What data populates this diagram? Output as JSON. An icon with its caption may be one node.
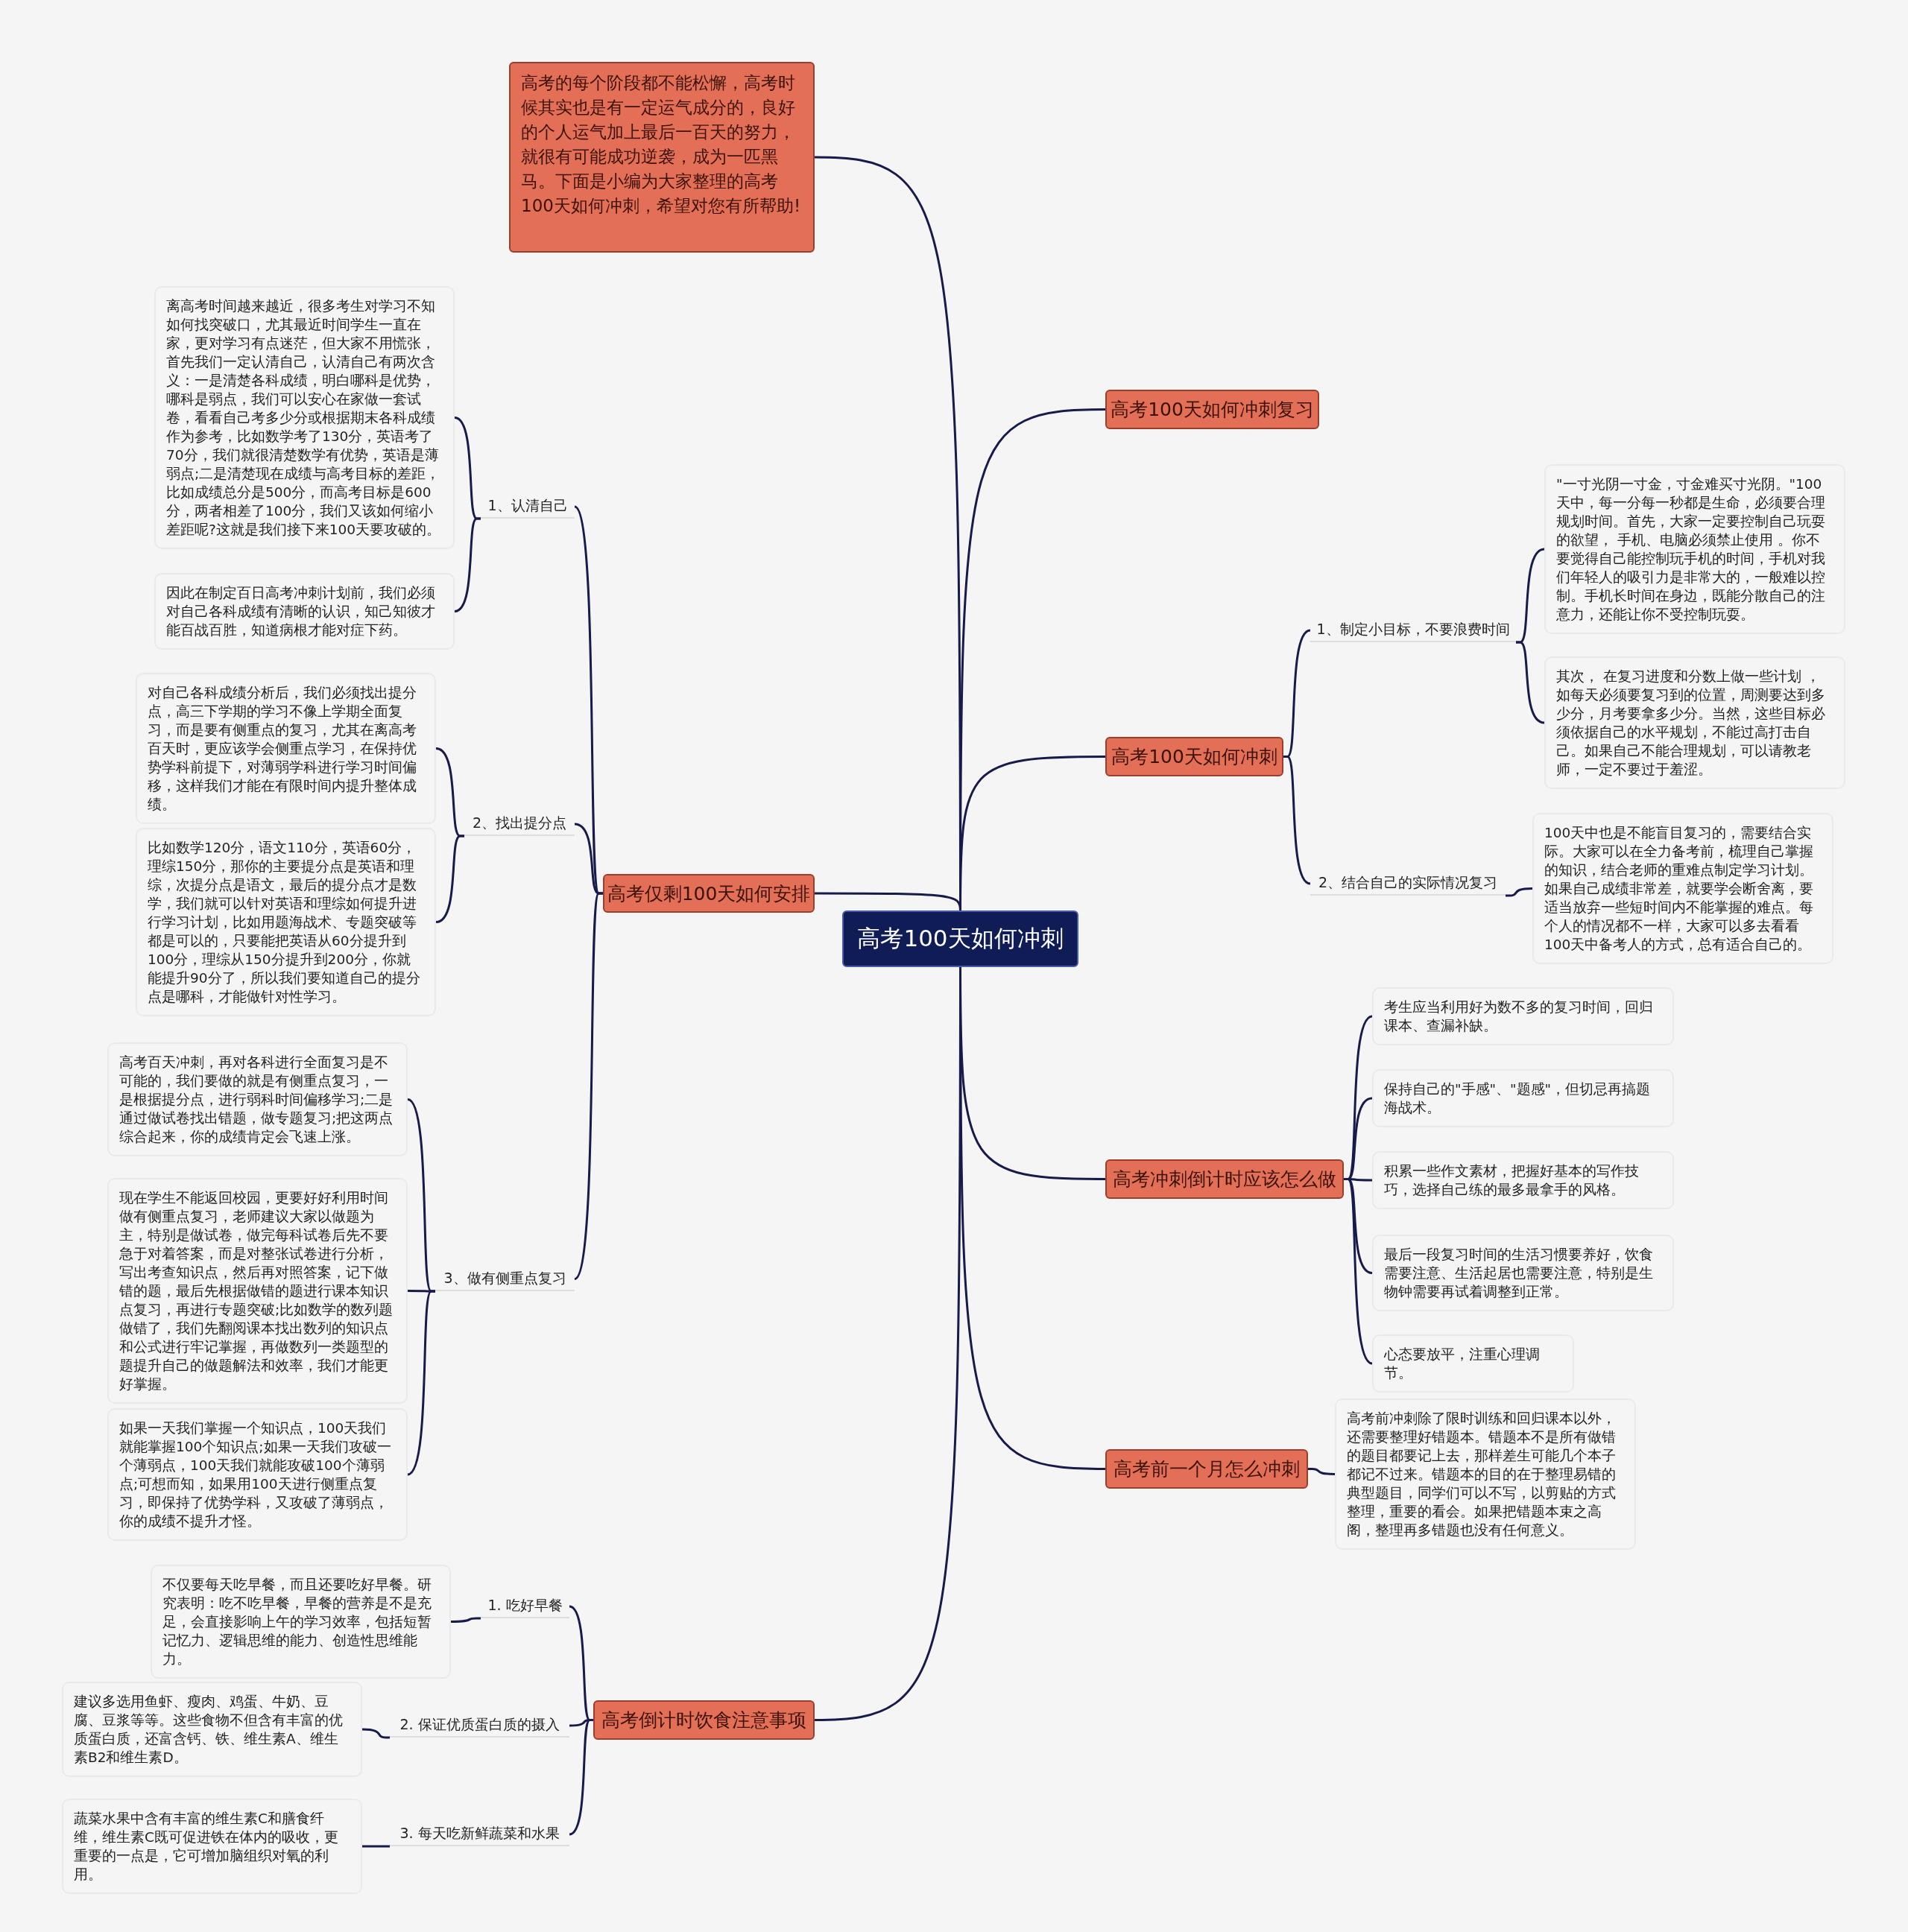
{
  "diagram": {
    "nodes": [
      {
        "text": [
          "高考100天如何冲刺"
        ]
      },
      {
        "text": [
          "高考的每个阶段都不能松懈，高考时候其实也是有一定运气成分的，良好的个人运气加上最后一百天的努力，就很有可能成功逆袭，成为一匹黑马。下面是小编为大家整理的高考100天如何冲刺，希望对您有所帮助!"
        ]
      },
      {
        "text": [
          "高考100天如何冲刺复习"
        ]
      },
      {
        "text": [
          "高考100天如何冲刺"
        ]
      },
      {
        "text": [
          "1、制定小目标，不要浪费时间"
        ]
      },
      {
        "text": [
          "\"一寸光阴一寸金，寸金难买寸光阴。\"100天中，每一分每一秒都是生命，必须要合理规划时间。首先，大家一定要控制自己玩耍的欲望， 手机、电脑必须禁止使用 。你不要觉得自己能控制玩手机的时间，手机对我们年轻人的吸引力是非常大的，一般难以控制。手机长时间在身边，既能分散自己的注意力，还能让你不受控制玩耍。"
        ]
      },
      {
        "text": [
          "其次， 在复习进度和分数上做一些计划 ，如每天必须要复习到的位置，周测要达到多少分，月考要拿多少分。当然，这些目标必须依据自己的水平规划，不能过高打击自己。如果自己不能合理规划，可以请教老师，一定不要过于羞涩。"
        ]
      },
      {
        "text": [
          "2、结合自己的实际情况复习"
        ]
      },
      {
        "text": [
          "100天中也是不能盲目复习的，需要结合实际。大家可以在全力备考前，梳理自己掌握的知识，结合老师的重难点制定学习计划。如果自己成绩非常差，就要学会断舍离，要适当放弃一些短时间内不能掌握的难点。每个人的情况都不一样，大家可以多去看看100天中备考人的方式，总有适合自己的。"
        ]
      },
      {
        "text": [
          "高考冲刺倒计时应该怎么做"
        ]
      },
      {
        "text": [
          "考生应当利用好为数不多的复习时间，回归课本、查漏补缺。"
        ]
      },
      {
        "text": [
          "保持自己的\"手感\"、\"题感\"，但切忌再搞题海战术。"
        ]
      },
      {
        "text": [
          "积累一些作文素材，把握好基本的写作技巧，选择自己练的最多最拿手的风格。"
        ]
      },
      {
        "text": [
          "最后一段复习时间的生活习惯要养好，饮食需要注意、生活起居也需要注意，特别是生物钟需要再试着调整到正常。"
        ]
      },
      {
        "text": [
          "心态要放平，注重心理调节。"
        ]
      },
      {
        "text": [
          "高考前一个月怎么冲刺"
        ]
      },
      {
        "text": [
          "高考前冲刺除了限时训练和回归课本以外，还需要整理好错题本。错题本不是所有做错的题目都要记上去，那样差生可能几个本子都记不过来。错题本的目的在于整理易错的典型题目，同学们可以不写，以剪贴的方式整理，重要的看会。如果把错题本束之高阁，整理再多错题也没有任何意义。"
        ]
      },
      {
        "text": [
          "高考仅剩100天如何安排"
        ]
      },
      {
        "text": [
          "1、认清自己"
        ]
      },
      {
        "text": [
          "离高考时间越来越近，很多考生对学习不知如何找突破口，尤其最近时间学生一直在家，更对学习有点迷茫，但大家不用慌张，首先我们一定认清自己，认清自己有两次含义：一是清楚各科成绩，明白哪科是优势，哪科是弱点，我们可以安心在家做一套试卷，看看自己考多少分或根据期末各科成绩作为参考，比如数学考了130分，英语考了70分，我们就很清楚数学有优势，英语是薄弱点;二是清楚现在成绩与高考目标的差距，比如成绩总分是500分，而高考目标是600分，两者相差了100分，我们又该如何缩小差距呢?这就是我们接下来100天要攻破的。"
        ]
      },
      {
        "text": [
          "因此在制定百日高考冲刺计划前，我们必须对自己各科成绩有清晰的认识，知己知彼才能百战百胜，知道病根才能对症下药。"
        ]
      },
      {
        "text": [
          "2、找出提分点"
        ]
      },
      {
        "text": [
          "对自己各科成绩分析后，我们必须找出提分点，高三下学期的学习不像上学期全面复习，而是要有侧重点的复习，尤其在离高考百天时，更应该学会侧重点学习，在保持优势学科前提下，对薄弱学科进行学习时间偏移，这样我们才能在有限时间内提升整体成绩。"
        ]
      },
      {
        "text": [
          "比如数学120分，语文110分，英语60分，理综150分，那你的主要提分点是英语和理综，次提分点是语文，最后的提分点才是数学，我们就可以针对英语和理综如何提升进行学习计划，比如用题海战术、专题突破等都是可以的，只要能把英语从60分提升到100分，理综从150分提升到200分，你就能提升90分了，所以我们要知道自己的提分点是哪科，才能做针对性学习。"
        ]
      },
      {
        "text": [
          "3、做有侧重点复习"
        ]
      },
      {
        "text": [
          "高考百天冲刺，再对各科进行全面复习是不可能的，我们要做的就是有侧重点复习，一是根据提分点，进行弱科时间偏移学习;二是通过做试卷找出错题，做专题复习;把这两点综合起来，你的成绩肯定会飞速上涨。"
        ]
      },
      {
        "text": [
          "现在学生不能返回校园，更要好好利用时间做有侧重点复习，老师建议大家以做题为主，特别是做试卷，做完每科试卷后先不要急于对着答案，而是对整张试卷进行分析，写出考查知识点，然后再对照答案，记下做错的题，最后先根据做错的题进行课本知识点复习，再进行专题突破;比如数学的数列题做错了，我们先翻阅课本找出数列的知识点和公式进行牢记掌握，再做数列一类题型的题提升自己的做题解法和效率，我们才能更好掌握。"
        ]
      },
      {
        "text": [
          "如果一天我们掌握一个知识点，100天我们就能掌握100个知识点;如果一天我们攻破一个薄弱点，100天我们就能攻破100个薄弱点;可想而知，如果用100天进行侧重点复习，即保持了优势学科，又攻破了薄弱点，你的成绩不提升才怪。"
        ]
      },
      {
        "text": [
          "高考倒计时饮食注意事项"
        ]
      },
      {
        "text": [
          "1. 吃好早餐"
        ]
      },
      {
        "text": [
          "不仅要每天吃早餐，而且还要吃好早餐。研究表明：吃不吃早餐，早餐的营养是不是充足，会直接影响上午的学习效率，包括短暂记忆力、逻辑思维的能力、创造性思维能力。"
        ]
      },
      {
        "text": [
          "2. 保证优质蛋白质的摄入"
        ]
      },
      {
        "text": [
          "建议多选用鱼虾、瘦肉、鸡蛋、牛奶、豆腐、豆浆等等。这些食物不但含有丰富的优质蛋白质，还富含钙、铁、维生素A、维生素B2和维生素D。"
        ]
      },
      {
        "text": [
          "3. 每天吃新鲜蔬菜和水果"
        ]
      },
      {
        "text": [
          "蔬菜水果中含有丰富的维生素C和膳食纤维，维生素C既可促进铁在体内的吸收，更重要的一点是，它可增加脑组织对氧的利用。"
        ]
      }
    ],
    "edges": [
      {
        "from": 0,
        "to": 1,
        "arrow": "none"
      },
      {
        "from": 0,
        "to": 2,
        "arrow": "none"
      },
      {
        "from": 0,
        "to": 3,
        "arrow": "none"
      },
      {
        "from": 3,
        "to": 4,
        "arrow": "none"
      },
      {
        "from": 4,
        "to": 5,
        "arrow": "none"
      },
      {
        "from": 4,
        "to": 6,
        "arrow": "none"
      },
      {
        "from": 3,
        "to": 7,
        "arrow": "none"
      },
      {
        "from": 7,
        "to": 8,
        "arrow": "none"
      },
      {
        "from": 0,
        "to": 9,
        "arrow": "none"
      },
      {
        "from": 9,
        "to": 10,
        "arrow": "none"
      },
      {
        "from": 9,
        "to": 11,
        "arrow": "none"
      },
      {
        "from": 9,
        "to": 12,
        "arrow": "none"
      },
      {
        "from": 9,
        "to": 13,
        "arrow": "none"
      },
      {
        "from": 9,
        "to": 14,
        "arrow": "none"
      },
      {
        "from": 0,
        "to": 15,
        "arrow": "none"
      },
      {
        "from": 15,
        "to": 16,
        "arrow": "none"
      },
      {
        "from": 0,
        "to": 17,
        "arrow": "none"
      },
      {
        "from": 17,
        "to": 18,
        "arrow": "none"
      },
      {
        "from": 18,
        "to": 19,
        "arrow": "none"
      },
      {
        "from": 18,
        "to": 20,
        "arrow": "none"
      },
      {
        "from": 17,
        "to": 21,
        "arrow": "none"
      },
      {
        "from": 21,
        "to": 22,
        "arrow": "none"
      },
      {
        "from": 21,
        "to": 23,
        "arrow": "none"
      },
      {
        "from": 17,
        "to": 24,
        "arrow": "none"
      },
      {
        "from": 24,
        "to": 25,
        "arrow": "none"
      },
      {
        "from": 24,
        "to": 26,
        "arrow": "none"
      },
      {
        "from": 24,
        "to": 27,
        "arrow": "none"
      },
      {
        "from": 0,
        "to": 28,
        "arrow": "none"
      },
      {
        "from": 28,
        "to": 29,
        "arrow": "none"
      },
      {
        "from": 29,
        "to": 30,
        "arrow": "none"
      },
      {
        "from": 28,
        "to": 31,
        "arrow": "none"
      },
      {
        "from": 31,
        "to": 32,
        "arrow": "none"
      },
      {
        "from": 28,
        "to": 33,
        "arrow": "none"
      },
      {
        "from": 33,
        "to": 34,
        "arrow": "none"
      }
    ]
  }
}
